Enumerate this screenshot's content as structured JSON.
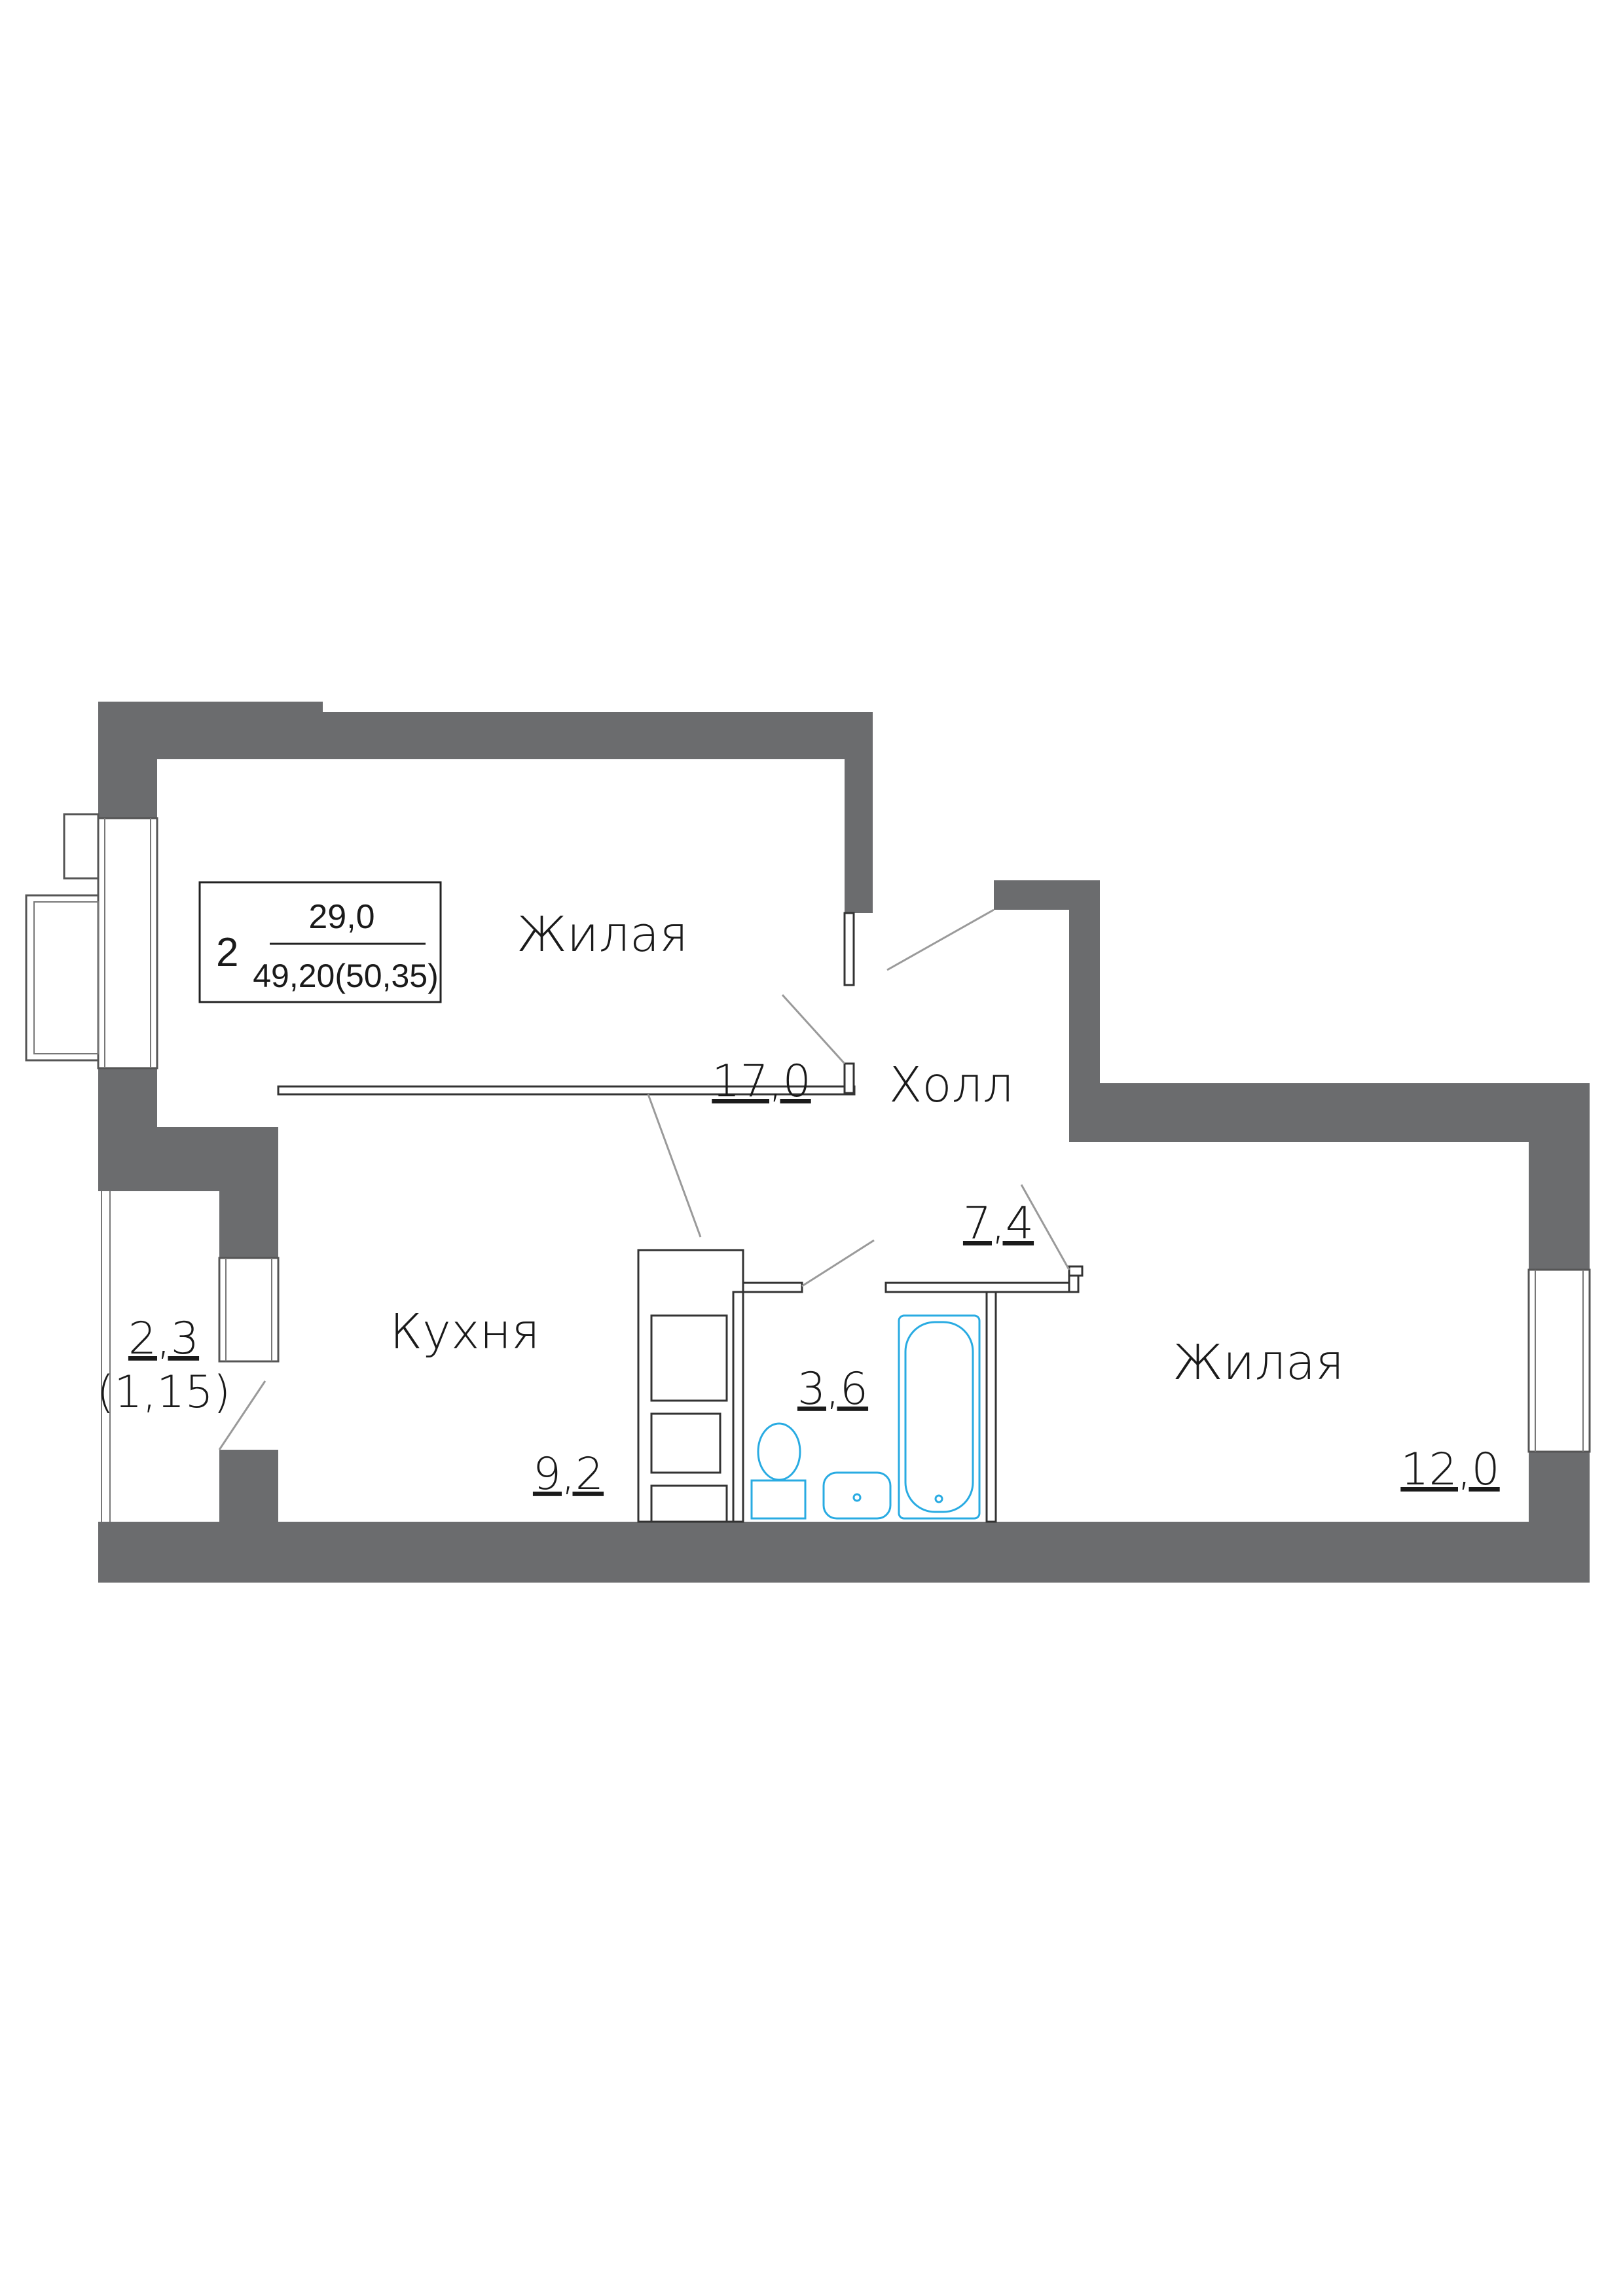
{
  "summary": {
    "rooms": "2",
    "living_area": "29,0",
    "total_area": "49,20(50,35)"
  },
  "rooms": {
    "living1": {
      "name": "Жилая",
      "area": "17,0"
    },
    "hall": {
      "name": "Холл",
      "area": "7,4"
    },
    "kitchen": {
      "name": "Кухня",
      "area": "9,2"
    },
    "bathroom": {
      "area": "3,6"
    },
    "living2": {
      "name": "Жилая",
      "area": "12,0"
    },
    "balcony": {
      "area": "2,3",
      "area_reduced": "(1,15)"
    }
  },
  "colors": {
    "wall": "#6b6c6e",
    "plumbing": "#29abe2"
  }
}
